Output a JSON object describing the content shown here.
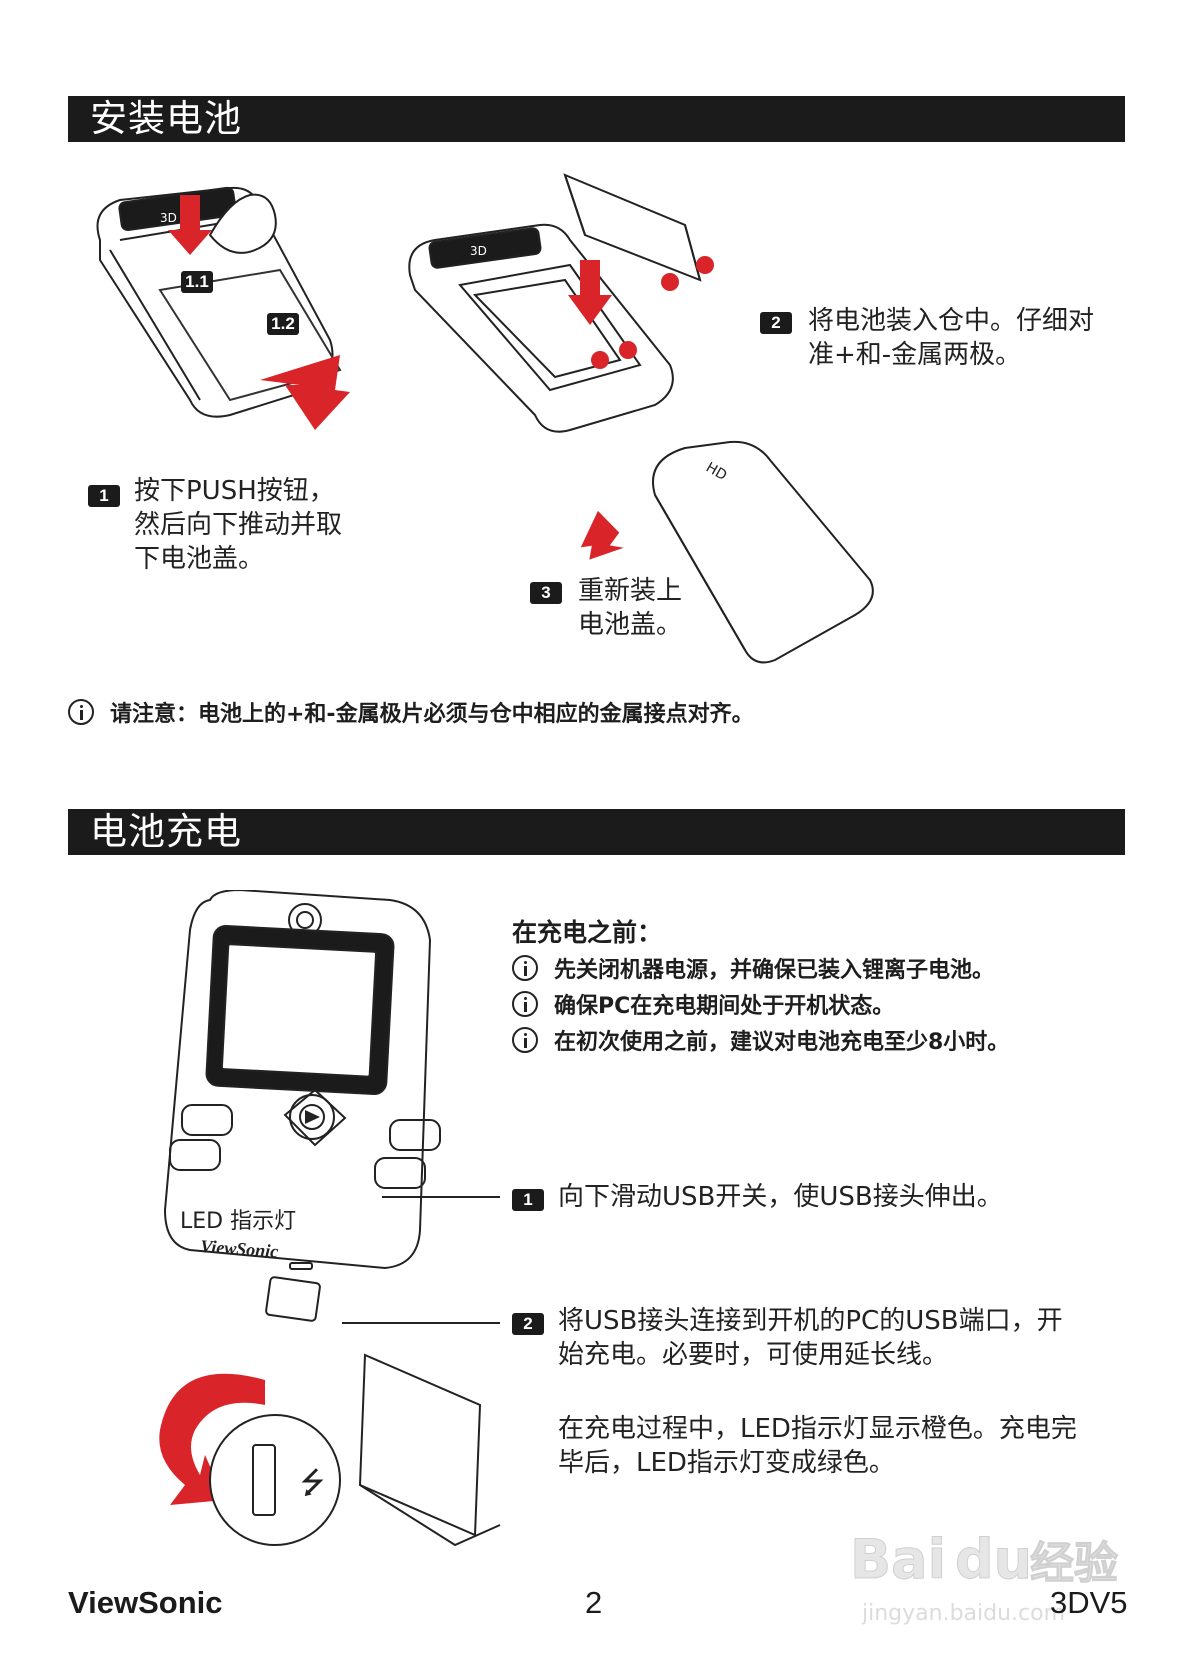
{
  "section1": {
    "title": "安装电池",
    "labels": {
      "l11": "1.1",
      "l12": "1.2"
    },
    "steps": [
      {
        "num": "1",
        "text": "按下PUSH按钮，\n然后向下推动并取\n下电池盖。"
      },
      {
        "num": "2",
        "text": "将电池装入仓中。仔细对\n准+和-金属两极。"
      },
      {
        "num": "3",
        "text": "重新装上\n电池盖。"
      }
    ],
    "note": "请注意：电池上的+和-金属极片必须与仓中相应的金属接点对齐。",
    "device_texts": {
      "badge3d": "3D",
      "badgehd": "HD"
    }
  },
  "section2": {
    "title": "电池充电",
    "before_heading": "在充电之前：",
    "before_items": [
      "先关闭机器电源，并确保已装入锂离子电池。",
      "确保PC在充电期间处于开机状态。",
      "在初次使用之前，建议对电池充电至少8小时。"
    ],
    "steps": [
      {
        "num": "1",
        "text": "向下滑动USB开关，使USB接头伸出。"
      },
      {
        "num": "2",
        "text": "将USB接头连接到开机的PC的USB端口，开\n始充电。必要时，可使用延长线。"
      }
    ],
    "step2_extra": "在充电过程中，LED指示灯显示橙色。充电完\n毕后，LED指示灯变成绿色。",
    "led_label": "LED 指示灯",
    "device_brand": "ViewSonic"
  },
  "footer": {
    "brand": "ViewSonic",
    "page": "2",
    "model": "3DV5"
  },
  "watermark": {
    "text1": "Bai",
    "text2": "du",
    "text3": "经验",
    "url": "jingyan.baidu.com"
  },
  "colors": {
    "accent_red": "#d9252a",
    "bar": "#1b1b1b"
  }
}
